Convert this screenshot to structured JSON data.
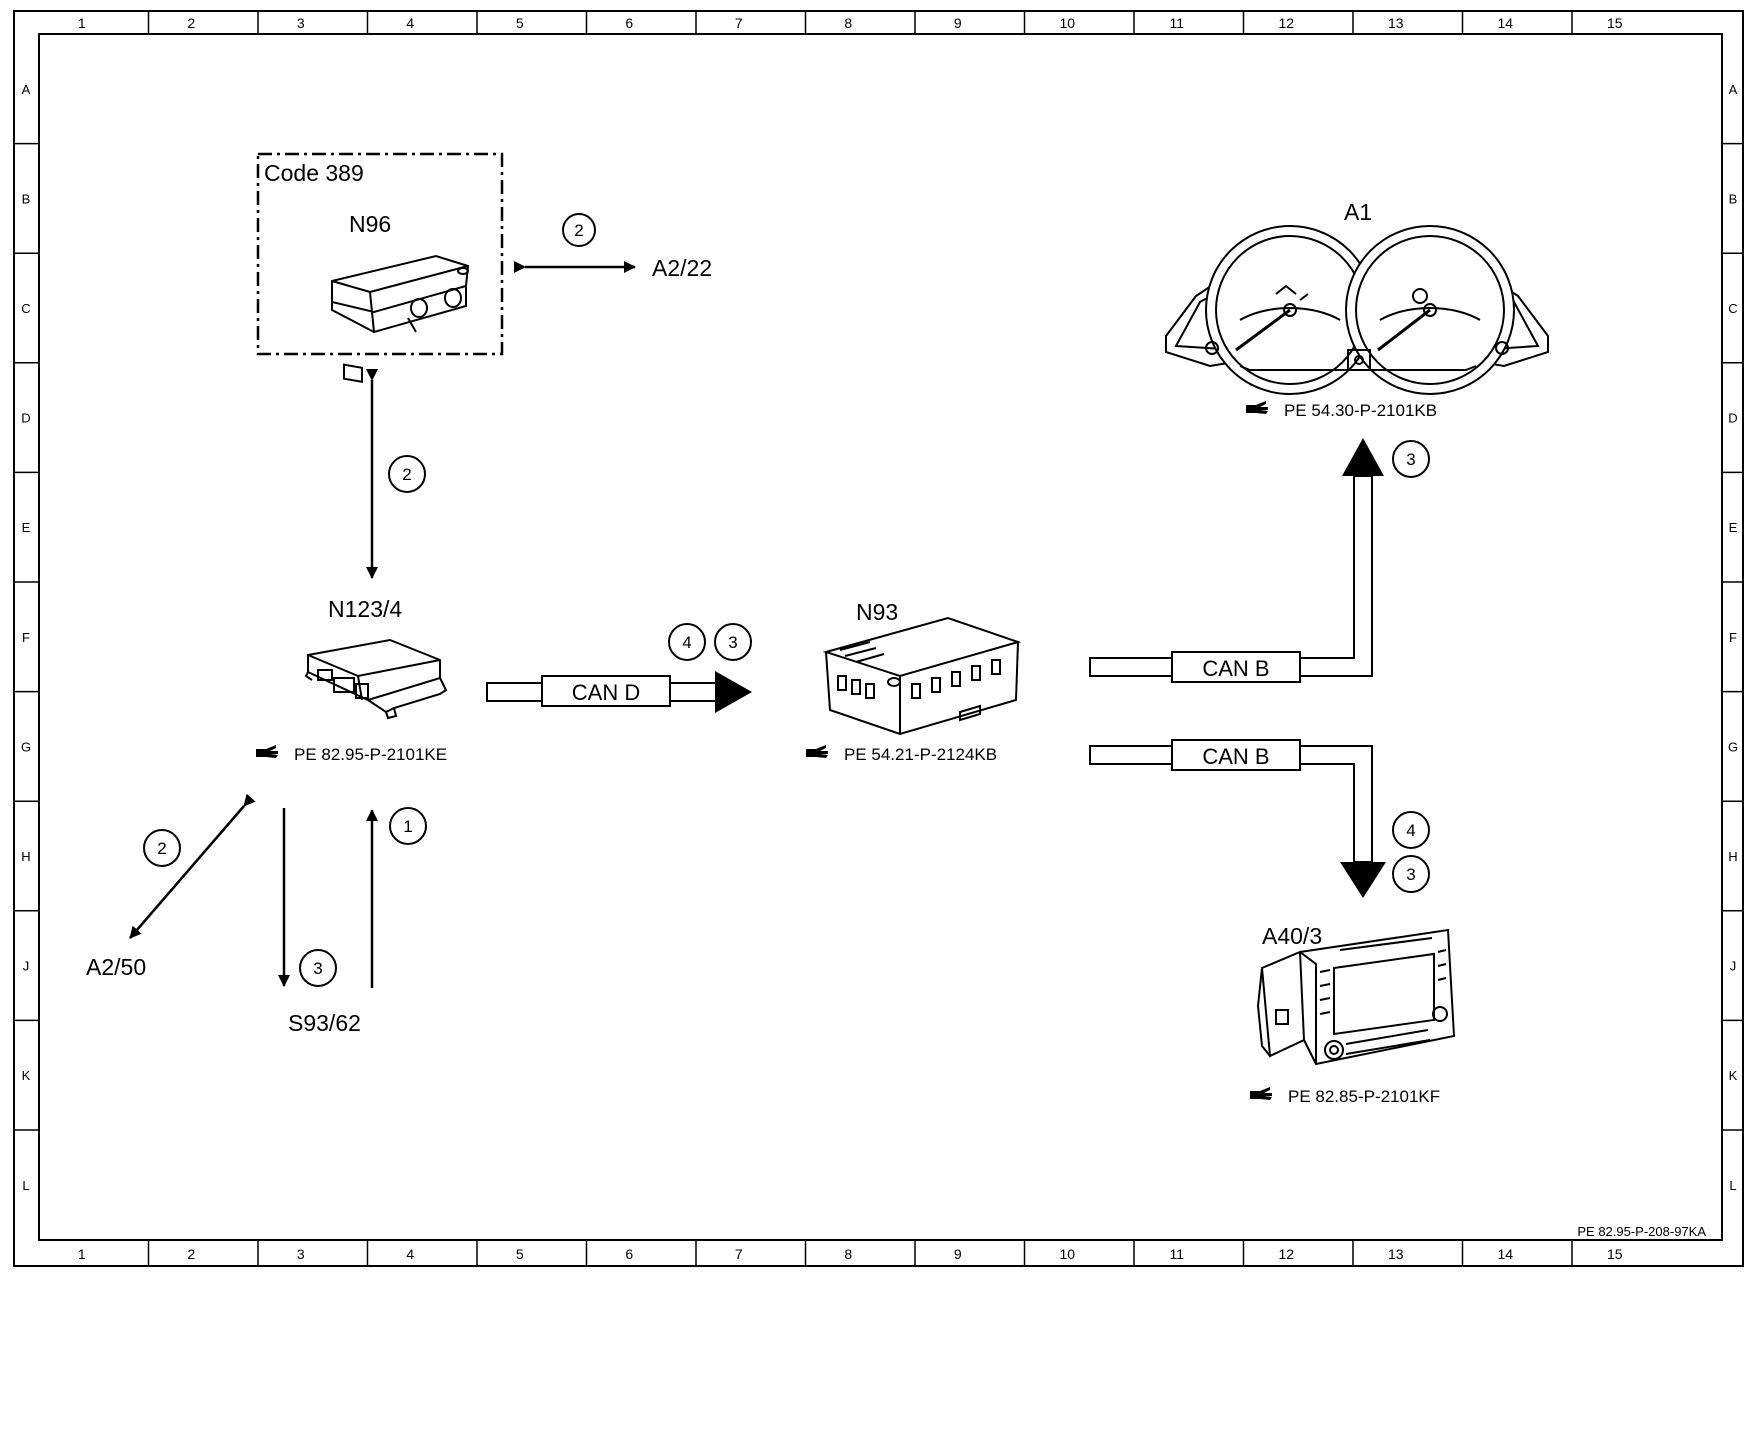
{
  "frame": {
    "columns": [
      "1",
      "2",
      "3",
      "4",
      "5",
      "6",
      "7",
      "8",
      "9",
      "10",
      "11",
      "12",
      "13",
      "14",
      "15"
    ],
    "rows": [
      "A",
      "B",
      "C",
      "D",
      "E",
      "F",
      "G",
      "H",
      "J",
      "K",
      "L"
    ]
  },
  "code_box": {
    "label": "Code 389"
  },
  "components": {
    "n96": {
      "label": "N96"
    },
    "n123_4": {
      "label": "N123/4",
      "ref": "PE 82.95-P-2101KE"
    },
    "n93": {
      "label": "N93",
      "ref": "PE 54.21-P-2124KB"
    },
    "a1": {
      "label": "A1",
      "ref": "PE 54.30-P-2101KB"
    },
    "a40_3": {
      "label": "A40/3",
      "ref": "PE 82.85-P-2101KF"
    }
  },
  "signals": {
    "a2_22": "A2/22",
    "a2_50": "A2/50",
    "s93_62": "S93/62"
  },
  "buses": {
    "can_d": "CAN D",
    "can_b_upper": "CAN B",
    "can_b_lower": "CAN B"
  },
  "markers": {
    "n96_a222": "2",
    "n96_n123": "2",
    "n123_a250": "2",
    "n123_s93_out": "3",
    "n123_s93_in": "1",
    "cand_first": "4",
    "cand_second": "3",
    "a1_marker": "3",
    "a40_first": "4",
    "a40_second": "3"
  },
  "doc_id": "PE 82.95-P-208-97KA"
}
